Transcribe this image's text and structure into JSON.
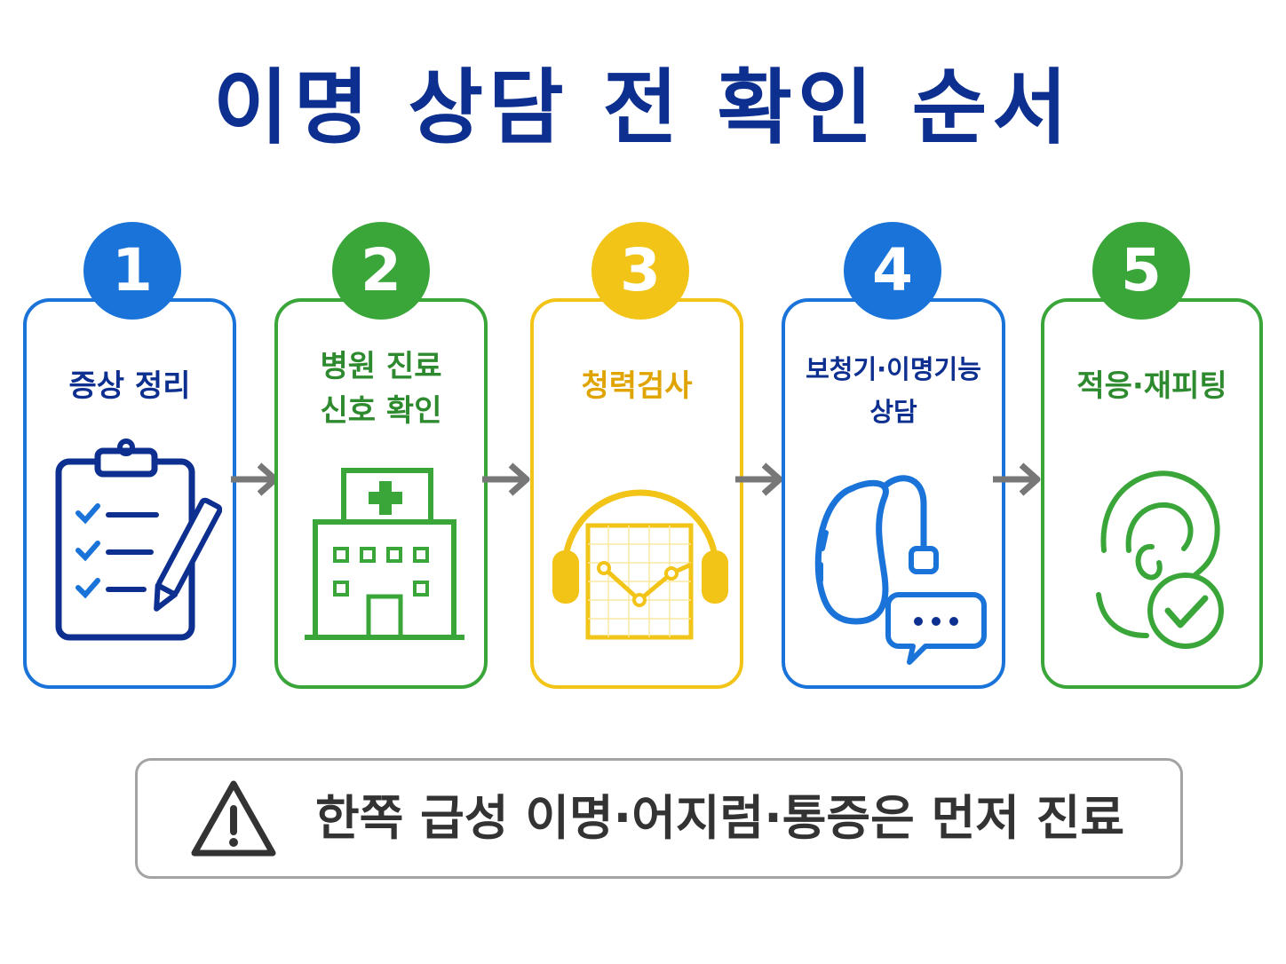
{
  "title": "이명 상담 전 확인 순서",
  "colors": {
    "blue": "#1a73d9",
    "green": "#3aa63a",
    "yellow": "#f2c418",
    "navy": "#0d2f8f",
    "gray": "#777777"
  },
  "steps": [
    {
      "number": "1",
      "label": "증상 정리",
      "icon": "clipboard-checklist-icon",
      "color": "#1a73d9"
    },
    {
      "number": "2",
      "label": "병원 진료\n신호 확인",
      "icon": "hospital-building-icon",
      "color": "#3aa63a"
    },
    {
      "number": "3",
      "label": "청력검사",
      "icon": "headphones-audiogram-icon",
      "color": "#f2c418"
    },
    {
      "number": "4",
      "label": "보청기·이명기능\n상담",
      "icon": "hearing-aid-chat-icon",
      "color": "#1a73d9"
    },
    {
      "number": "5",
      "label": "적응·재피팅",
      "icon": "ear-check-icon",
      "color": "#3aa63a"
    }
  ],
  "warning": {
    "icon": "warning-triangle-icon",
    "text": "한쪽 급성 이명·어지럼·통증은 먼저 진료"
  }
}
